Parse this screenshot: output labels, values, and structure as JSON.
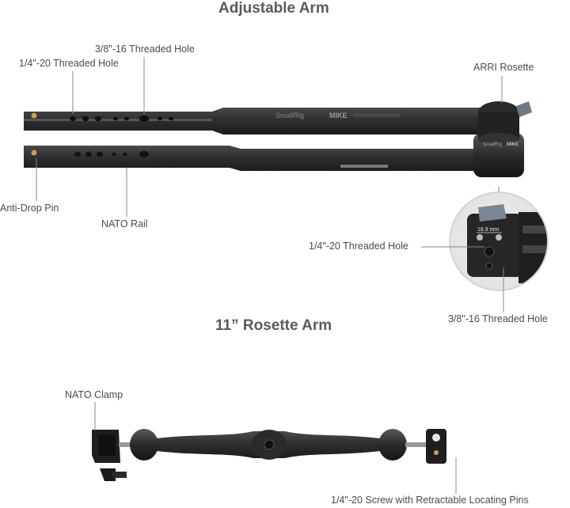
{
  "titles": {
    "adjustable_arm": "Adjustable Arm",
    "rosette_arm": "11”  Rosette Arm"
  },
  "callouts": {
    "threaded_hole_38_top": "3/8\"-16 Threaded Hole",
    "threaded_hole_14_top": "1/4\"-20 Threaded Hole",
    "arri_rosette": "ARRI Rosette",
    "anti_drop_pin": "Anti-Drop Pin",
    "nato_rail": "NATO Rail",
    "threaded_hole_14_detail": "1/4\"-20 Threaded Hole",
    "threaded_hole_38_detail": "3/8\"-16 Threaded Hole",
    "nato_clamp": "NATO Clamp",
    "screw_locating_pins": "1/4\"-20 Screw with Retractable Locating Pins"
  },
  "product_marks": {
    "brand": "SmallRig",
    "model": "MIKE"
  },
  "detail": {
    "dimension": "18.9 mm"
  },
  "colors": {
    "metal_dark": "#2b2b2b",
    "metal_mid": "#3c3c3c",
    "leader_line": "#888888",
    "text": "#4b4b4b"
  }
}
